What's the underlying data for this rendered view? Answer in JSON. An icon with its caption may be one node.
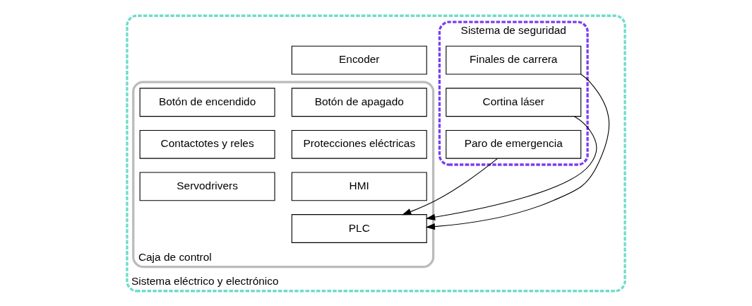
{
  "diagram": {
    "nodes": [
      {
        "text": [
          "Sistema eléctrico y electrónico"
        ]
      },
      {
        "text": [
          "Encoder"
        ],
        "in": 0
      },
      {
        "text": [
          "Caja de control"
        ],
        "in": 0
      },
      {
        "text": [
          "Botón de apagado"
        ],
        "in": 2
      },
      {
        "text": [
          "Botón de encendido"
        ],
        "in": 2
      },
      {
        "text": [
          "Protecciones eléctricas"
        ],
        "in": 2
      },
      {
        "text": [
          "Contactotes y reles"
        ],
        "in": 2
      },
      {
        "text": [
          "HMI"
        ],
        "in": 2
      },
      {
        "text": [
          "Servodrivers"
        ],
        "in": 2
      },
      {
        "text": [
          "PLC"
        ],
        "in": 2
      },
      {
        "text": [
          "Sistema de seguridad"
        ],
        "in": 0
      },
      {
        "text": [
          "Finales de carrera"
        ],
        "in": 10
      },
      {
        "text": [
          "Cortina láser"
        ],
        "in": 10
      },
      {
        "text": [
          "Paro de emergencia"
        ],
        "in": 10
      }
    ],
    "edges": [
      {
        "from": 11,
        "to": 9,
        "arrow": "to"
      },
      {
        "from": 12,
        "to": 9,
        "arrow": "to"
      },
      {
        "from": 13,
        "to": 9,
        "arrow": "to"
      }
    ]
  }
}
